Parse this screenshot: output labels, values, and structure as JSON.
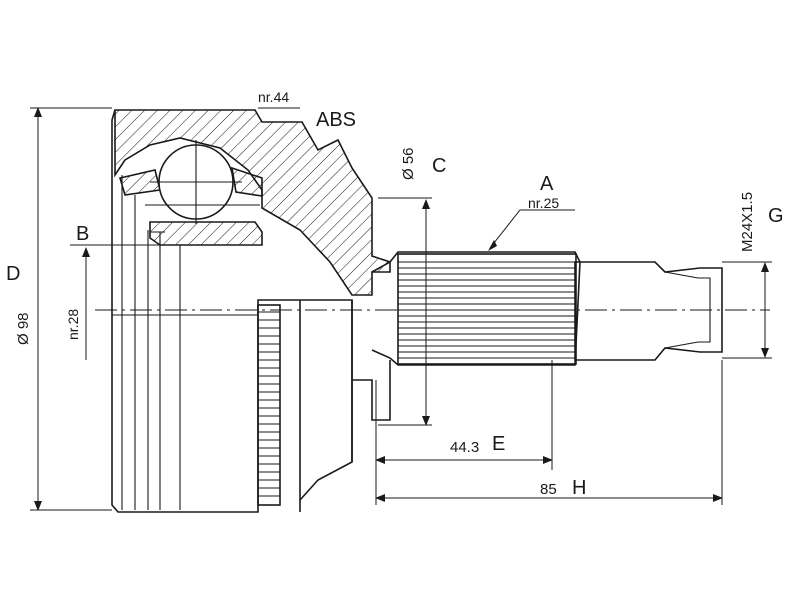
{
  "labels": {
    "nr44": "nr.44",
    "abs": "ABS",
    "d56": "Ø 56",
    "c": "C",
    "a": "A",
    "nr25": "nr.25",
    "b": "B",
    "d": "D",
    "d98": "Ø 98",
    "nr28": "nr.28",
    "m24": "M24X1.5",
    "g": "G",
    "len443": "44.3",
    "e": "E",
    "len85": "85",
    "h": "H"
  }
}
